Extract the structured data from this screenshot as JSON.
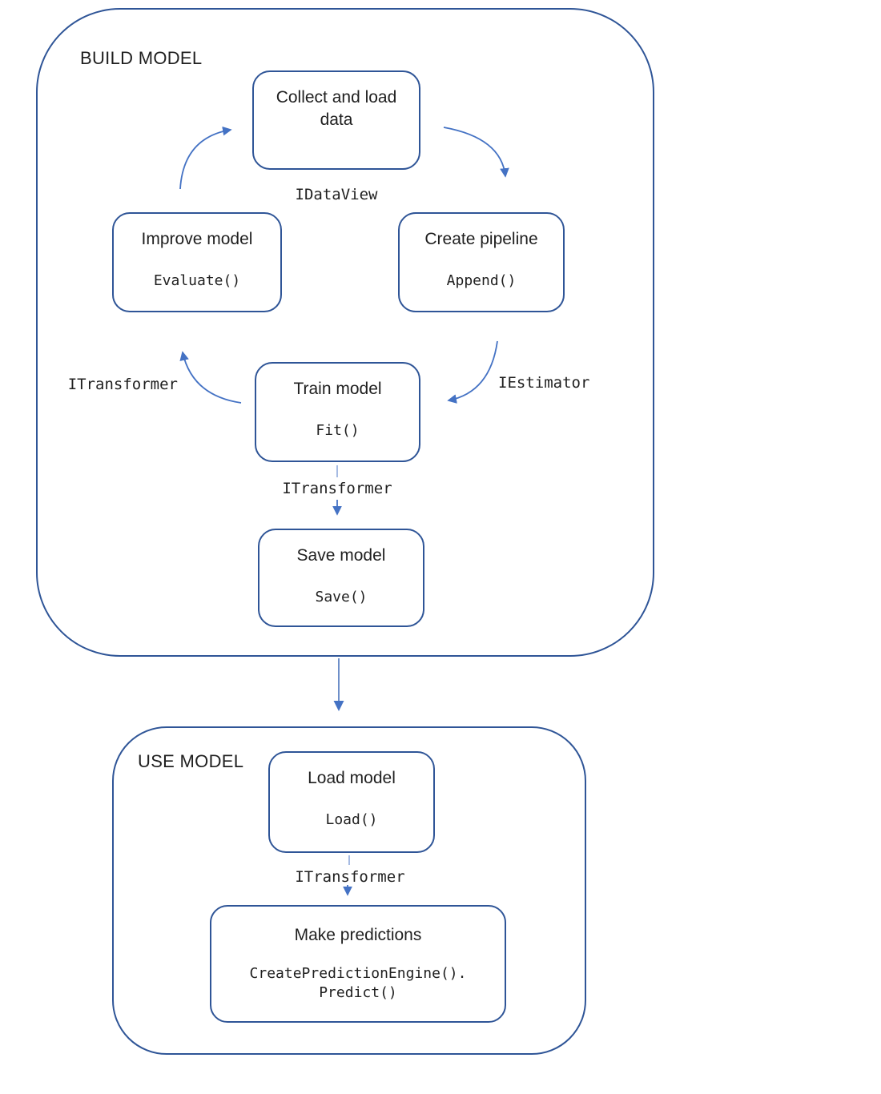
{
  "build": {
    "label": "BUILD MODEL",
    "boxes": {
      "collect": {
        "title": "Collect and load data"
      },
      "improve": {
        "title": "Improve model",
        "code": "Evaluate()"
      },
      "pipeline": {
        "title": "Create pipeline",
        "code": "Append()"
      },
      "train": {
        "title": "Train model",
        "code": "Fit()"
      },
      "save": {
        "title": "Save model",
        "code": "Save()"
      }
    },
    "interface_labels": {
      "idataview": "IDataView",
      "itransformer_left": "ITransformer",
      "iestimator": "IEstimator",
      "itransformer_mid": "ITransformer"
    }
  },
  "use": {
    "label": "USE MODEL",
    "boxes": {
      "load": {
        "title": "Load model",
        "code": "Load()"
      },
      "predict": {
        "title": "Make predictions",
        "code_line1": "CreatePredictionEngine().",
        "code_line2": "Predict()"
      }
    },
    "interface_labels": {
      "itransformer": "ITransformer"
    }
  },
  "colors": {
    "box_border": "#2F5597",
    "arrow": "#4472C4",
    "text": "#1f1f1f"
  }
}
